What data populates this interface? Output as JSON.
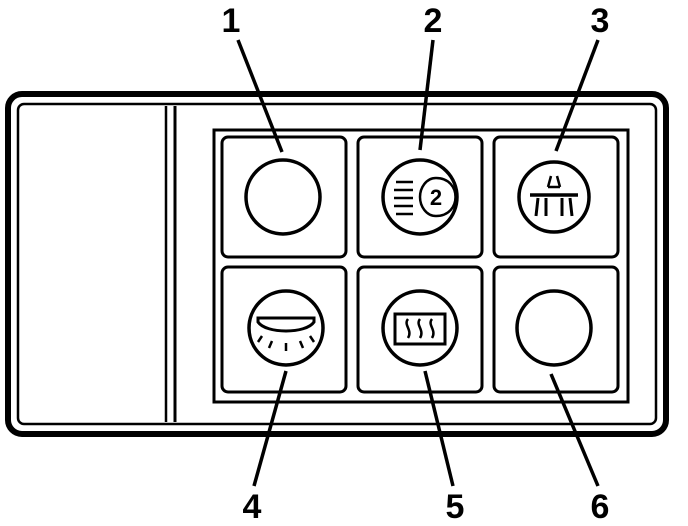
{
  "callouts": {
    "c1": "1",
    "c2": "2",
    "c3": "3",
    "c4": "4",
    "c5": "5",
    "c6": "6"
  },
  "switches": [
    {
      "id": "1",
      "icon": "blank-lamp-icon"
    },
    {
      "id": "2",
      "icon": "headlamp-range-icon",
      "badge": "2"
    },
    {
      "id": "3",
      "icon": "work-lights-icon"
    },
    {
      "id": "4",
      "icon": "interior-dome-light-icon"
    },
    {
      "id": "5",
      "icon": "rear-window-defrost-icon"
    },
    {
      "id": "6",
      "icon": "blank-lamp-icon"
    }
  ],
  "colors": {
    "ink": "#000000",
    "paper": "#ffffff"
  }
}
